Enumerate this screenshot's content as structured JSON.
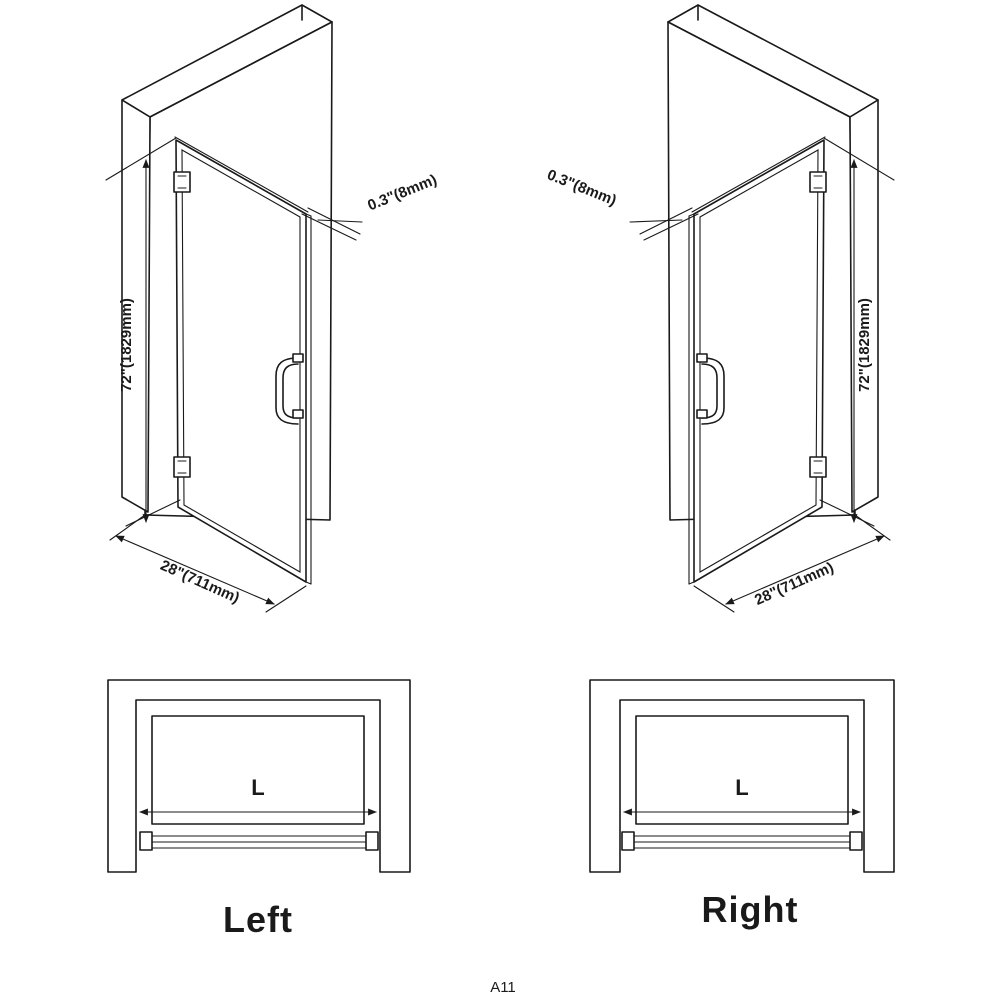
{
  "colors": {
    "ink": "#1a1a1a",
    "background": "#ffffff"
  },
  "left_door": {
    "height_label": "72\"(1829mm)",
    "width_label": "28\"(711mm)",
    "glass_label": "0.3\"(8mm)"
  },
  "right_door": {
    "height_label": "72\"(1829mm)",
    "width_label": "28\"(711mm)",
    "glass_label": "0.3\"(8mm)"
  },
  "left_plan": {
    "length_label": "L",
    "caption": "Left"
  },
  "right_plan": {
    "length_label": "L",
    "caption": "Right"
  },
  "figure_code": "A11"
}
